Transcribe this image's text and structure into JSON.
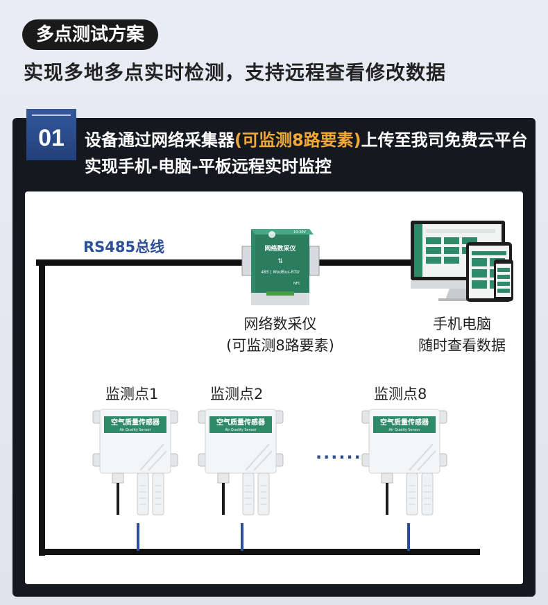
{
  "header": {
    "badge_title": "多点测试方案",
    "subtitle": "实现多地多点实时检测，支持远程查看修改数据"
  },
  "step": {
    "number": "01",
    "text_part1": "设备通过网络采集器",
    "text_highlight": "(可监测8路要素)",
    "text_part2": "上传至我司免费云平台实现手机-电脑-平板远程实时监控"
  },
  "diagram": {
    "bus_label": "RS485总线",
    "collector": {
      "device_title": "网络数采仪",
      "device_model": "485 | ModBus-RTU",
      "device_voltage": "10-30V",
      "device_nfc": "NFC",
      "caption_line1": "网络数采仪",
      "caption_line2": "(可监测8路要素)"
    },
    "terminals": {
      "caption_line1": "手机电脑",
      "caption_line2": "随时查看数据"
    },
    "sensors": [
      {
        "label": "监测点1",
        "title": "空气质量传感器",
        "subtitle": "Air Quality Sensor"
      },
      {
        "label": "监测点2",
        "title": "空气质量传感器",
        "subtitle": "Air Quality Sensor"
      },
      {
        "label": "监测点8",
        "title": "空气质量传感器",
        "subtitle": "Air Quality Sensor"
      }
    ],
    "ellipsis": "······"
  },
  "colors": {
    "accent_blue": "#2d4f98",
    "highlight_orange": "#f3a93a",
    "panel_dark": "#15181f",
    "device_green": "#2f8a6a"
  }
}
